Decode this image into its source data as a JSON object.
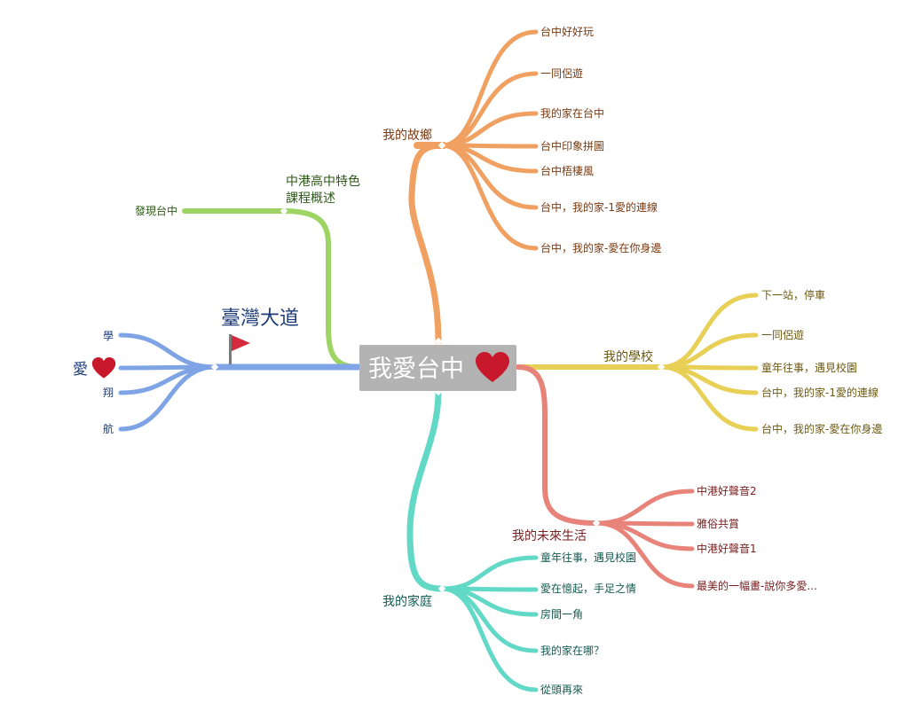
{
  "central_topic": {
    "label": "我愛台中",
    "icon": "heart-icon",
    "box_color": "#b3b3b3"
  },
  "branches": {
    "hometown": {
      "label": "我的故鄉",
      "color": "#f0a060",
      "text_color": "#7a3a10",
      "items": [
        "台中好好玩",
        "一同侶遊",
        "我的家在台中",
        "台中印象拼圖",
        "台中梧棲風",
        "台中，我的家-1愛的連線",
        "台中，我的家-愛在你身邊"
      ]
    },
    "school": {
      "label": "我的學校",
      "color": "#e8cf55",
      "text_color": "#6d5a12",
      "items": [
        "下一站，停車",
        "一同侶遊",
        "童年往事，遇見校園",
        "台中，我的家-1愛的連線",
        "台中，我的家-愛在你身邊"
      ]
    },
    "future": {
      "label": "我的未來生活",
      "color": "#e8837a",
      "text_color": "#7a2020",
      "items": [
        "中港好聲音2",
        "雅俗共賞",
        "中港好聲音1",
        "最美的一幅畫-說你多愛..."
      ]
    },
    "family": {
      "label": "我的家庭",
      "color": "#62d8c6",
      "text_color": "#145a50",
      "items": [
        "童年往事，遇見校園",
        "愛在憶起，手足之情",
        "房間一角",
        "我的家在哪？",
        "從頭再來"
      ]
    },
    "course": {
      "label": "中港高中特色\n課程概述",
      "label_line1": "中港高中特色",
      "label_line2": "課程概述",
      "color": "#9ed464",
      "text_color": "#2c5a16",
      "items": [
        "發現台中"
      ]
    },
    "avenue": {
      "label": "臺灣大道",
      "icon": "red-flag-icon",
      "color": "#7ea4e6",
      "text_color": "#1e3c78",
      "items": [
        "學",
        "愛",
        "翔",
        "航"
      ],
      "item_icons": {
        "愛": "heart-icon"
      }
    }
  }
}
